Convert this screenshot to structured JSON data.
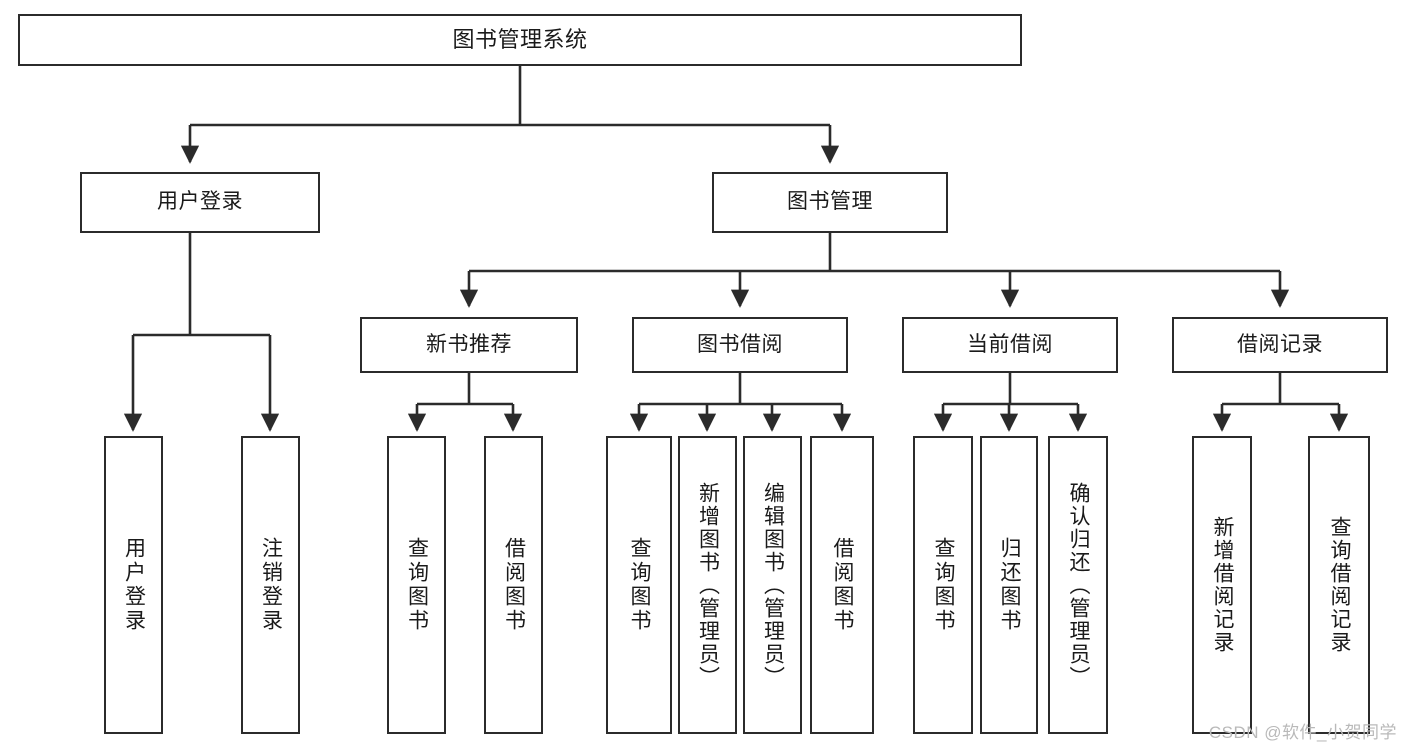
{
  "title": "图书管理系统",
  "watermark": "CSDN @软件_小贺同学",
  "colors": {
    "stroke": "#2b2b2b",
    "fill": "#ffffff",
    "text": "#1a1a1a",
    "watermark": "#b9b9b9"
  },
  "chart_data": {
    "type": "diagram",
    "diagram_type": "tree",
    "title": "图书管理系统",
    "orientation": "top-down",
    "levels": 4,
    "nodes": [
      {
        "id": "root",
        "label": "图书管理系统",
        "level": 0,
        "parent": null
      },
      {
        "id": "login",
        "label": "用户登录",
        "level": 1,
        "parent": "root"
      },
      {
        "id": "bookmgmt",
        "label": "图书管理",
        "level": 1,
        "parent": "root"
      },
      {
        "id": "newbook",
        "label": "新书推荐",
        "level": 2,
        "parent": "bookmgmt"
      },
      {
        "id": "borrow",
        "label": "图书借阅",
        "level": 2,
        "parent": "bookmgmt"
      },
      {
        "id": "current",
        "label": "当前借阅",
        "level": 2,
        "parent": "bookmgmt"
      },
      {
        "id": "records",
        "label": "借阅记录",
        "level": 2,
        "parent": "bookmgmt"
      },
      {
        "id": "leaf1",
        "label": "用户登录",
        "level": 3,
        "parent": "login"
      },
      {
        "id": "leaf2",
        "label": "注销登录",
        "level": 3,
        "parent": "login"
      },
      {
        "id": "leaf3",
        "label": "查询图书",
        "level": 3,
        "parent": "newbook"
      },
      {
        "id": "leaf4",
        "label": "借阅图书",
        "level": 3,
        "parent": "newbook"
      },
      {
        "id": "leaf5",
        "label": "查询图书",
        "level": 3,
        "parent": "borrow"
      },
      {
        "id": "leaf6",
        "label": "新增图书（管理员）",
        "level": 3,
        "parent": "borrow"
      },
      {
        "id": "leaf7",
        "label": "编辑图书（管理员）",
        "level": 3,
        "parent": "borrow"
      },
      {
        "id": "leaf8",
        "label": "借阅图书",
        "level": 3,
        "parent": "borrow"
      },
      {
        "id": "leaf9",
        "label": "查询图书",
        "level": 3,
        "parent": "current"
      },
      {
        "id": "leaf10",
        "label": "归还图书",
        "level": 3,
        "parent": "current"
      },
      {
        "id": "leaf11",
        "label": "确认归还（管理员）",
        "level": 3,
        "parent": "current"
      },
      {
        "id": "leaf12",
        "label": "新增借阅记录",
        "level": 3,
        "parent": "records"
      },
      {
        "id": "leaf13",
        "label": "查询借阅记录",
        "level": 3,
        "parent": "records"
      }
    ]
  },
  "nodes": {
    "root": "图书管理系统",
    "login": "用户登录",
    "bookmgmt": "图书管理",
    "newbook": "新书推荐",
    "borrow": "图书借阅",
    "current": "当前借阅",
    "records": "借阅记录",
    "leaf1": "用户登录",
    "leaf2": "注销登录",
    "leaf3": "查询图书",
    "leaf4": "借阅图书",
    "leaf5": "查询图书",
    "leaf6": "新增图书（管理员）",
    "leaf7": "编辑图书（管理员）",
    "leaf8": "借阅图书",
    "leaf9": "查询图书",
    "leaf10": "归还图书",
    "leaf11": "确认归还（管理员）",
    "leaf12": "新增借阅记录",
    "leaf13": "查询借阅记录"
  }
}
